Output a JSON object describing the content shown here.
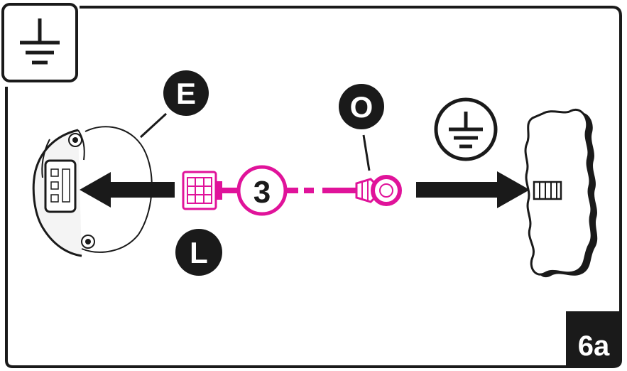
{
  "callouts": {
    "e": "E",
    "l": "L",
    "o": "O",
    "cable_number": "3"
  },
  "figure_id": "6a",
  "icons": {
    "corner_symbol": "ground-symbol-icon",
    "circled_symbol": "ground-symbol-circled-icon"
  },
  "colors": {
    "line": "#1a1a1a",
    "accent": "#e0139a",
    "background": "#ffffff"
  }
}
